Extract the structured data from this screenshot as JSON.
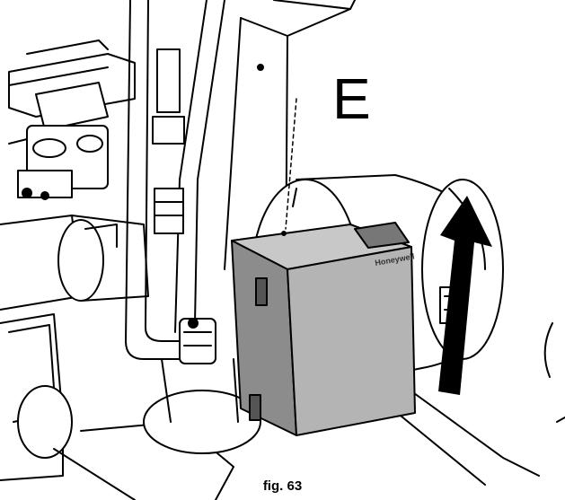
{
  "figure": {
    "letter": "E",
    "caption": "fig. 63",
    "brand": "Honeywell",
    "colors": {
      "line": "#000000",
      "box_fill": "#b4b4b4",
      "box_side": "#8c8c8c",
      "arrow": "#000000",
      "background": "#ffffff"
    },
    "arrow_direction": "up"
  }
}
